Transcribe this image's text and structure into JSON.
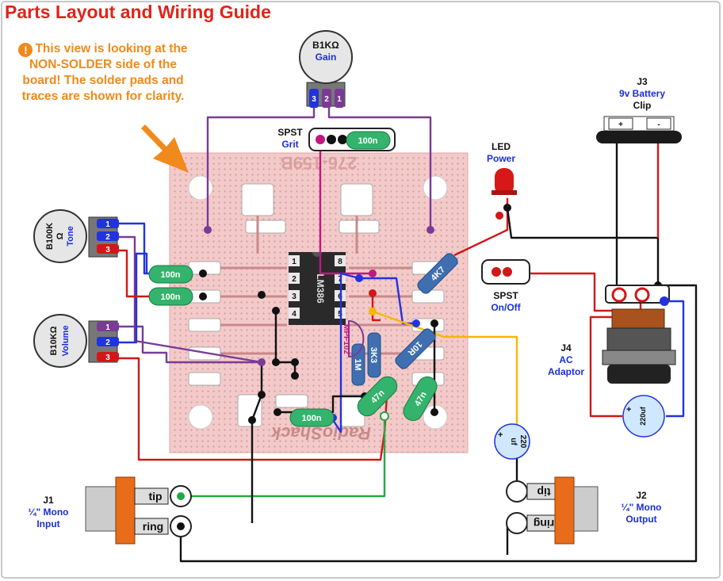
{
  "title": "Parts Layout and Wiring Guide",
  "note": "This view is looking at the NON-SOLDER side of the board! The solder pads and traces are shown for clarity.",
  "board": {
    "part_number": "276-159B",
    "brand": "RadioShack"
  },
  "ic": {
    "name": "LM386",
    "pins": [
      "1",
      "2",
      "3",
      "4",
      "8",
      "7",
      "6",
      "5"
    ]
  },
  "pots": {
    "gain": {
      "value": "B1KΩ",
      "label": "Gain",
      "pins": [
        "3",
        "2",
        "1"
      ]
    },
    "tone": {
      "value": "B100K",
      "value2": "Ω",
      "label": "Tone",
      "pins": [
        "1",
        "2",
        "3"
      ]
    },
    "volume": {
      "value": "B10KΩ",
      "label": "Volume",
      "pins": [
        "1",
        "2",
        "3"
      ]
    }
  },
  "capacitors": [
    "100n",
    "100n",
    "100n",
    "100n",
    "47n",
    "47n"
  ],
  "electrolytics": {
    "c220_low": {
      "value": "220",
      "unit": "uf",
      "polarity": "+"
    },
    "c220_right": {
      "value": "220uf",
      "polarity": "+"
    }
  },
  "resistors": [
    "4K7",
    "10R",
    "3K3",
    "1M"
  ],
  "jfet": "MPF102",
  "switches": {
    "grit": {
      "name": "SPST",
      "label": "Grit"
    },
    "onoff": {
      "name": "SPST",
      "label": "On/Off"
    }
  },
  "led": {
    "name": "LED",
    "label": "Power"
  },
  "jacks": {
    "j1": {
      "ref": "J1",
      "line1": "¼\" Mono",
      "line2": "Input",
      "tip": "tip",
      "ring": "ring"
    },
    "j2": {
      "ref": "J2",
      "line1": "¼\" Mono",
      "line2": "Output",
      "tip": "tip",
      "ring": "ring"
    },
    "j3": {
      "ref": "J3",
      "line1": "9v Battery",
      "line2": "Clip",
      "plus": "+",
      "minus": "-"
    },
    "j4": {
      "ref": "J4",
      "line1": "AC",
      "line2": "Adaptor"
    }
  },
  "colors": {
    "title": "#e2231a",
    "note": "#f08a1c",
    "label_blue": "#1a2fd6",
    "board": "#f2c8c8",
    "wire_purple": "#7b3a96",
    "wire_red": "#d01818",
    "wire_blue": "#2233dd",
    "wire_black": "#111111",
    "wire_green": "#22aa44",
    "wire_yellow": "#f5b800",
    "cap_green": "#33b36b",
    "resistor_blue": "#3f6fb0"
  }
}
